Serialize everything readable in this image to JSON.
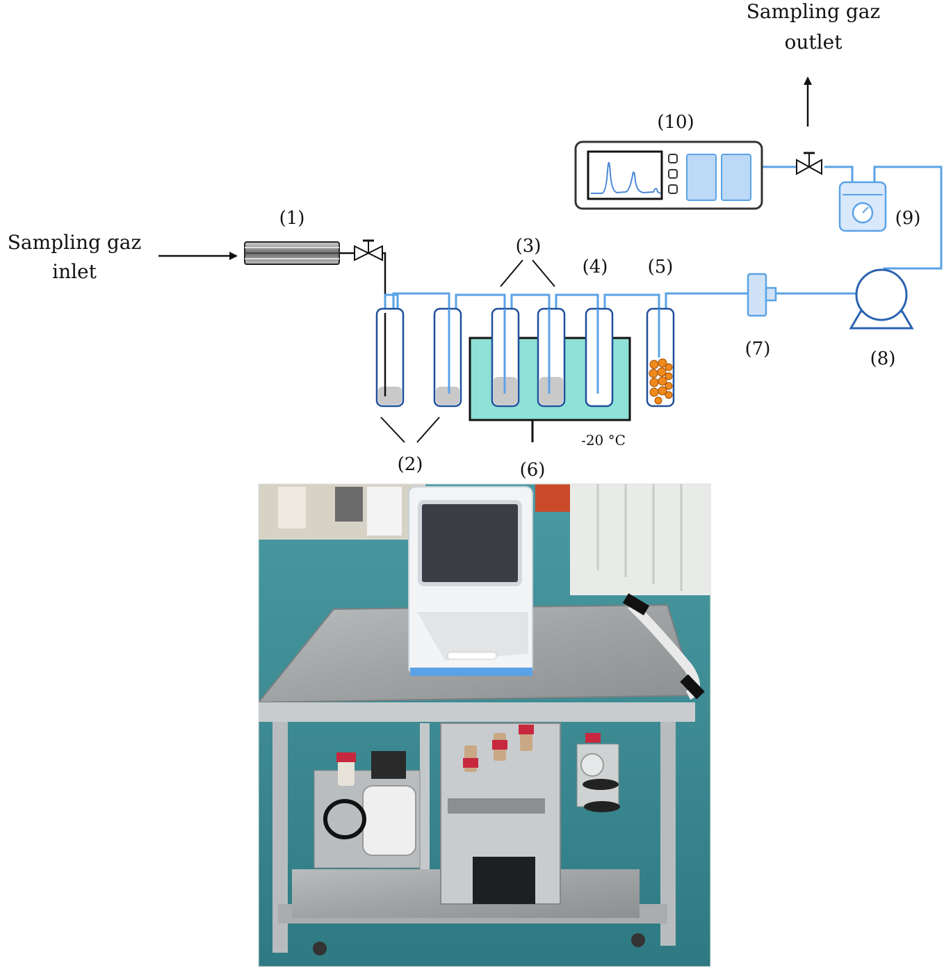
{
  "labels": {
    "inlet_line1": "Sampling gaz",
    "inlet_line2": "inlet",
    "outlet_line1": "Sampling gaz",
    "outlet_line2": "outlet",
    "temperature": "-20 °C"
  },
  "components": [
    {
      "id": "c1",
      "label": "(1)",
      "icon": "filter-tube"
    },
    {
      "id": "c2",
      "label": "(2)",
      "icon": "impinger-pair"
    },
    {
      "id": "c3",
      "label": "(3)",
      "icon": "impinger-pair-cooled"
    },
    {
      "id": "c4",
      "label": "(4)",
      "icon": "empty-impinger"
    },
    {
      "id": "c5",
      "label": "(5)",
      "icon": "adsorbent-tube"
    },
    {
      "id": "c6",
      "label": "(6)",
      "icon": "cooling-bath"
    },
    {
      "id": "c7",
      "label": "(7)",
      "icon": "inline-filter"
    },
    {
      "id": "c8",
      "label": "(8)",
      "icon": "vacuum-pump"
    },
    {
      "id": "c9",
      "label": "(9)",
      "icon": "flow-meter"
    },
    {
      "id": "c10",
      "label": "(10)",
      "icon": "analyzer"
    }
  ],
  "colors": {
    "pipe": "#5aa2e6",
    "bath": "#8fe0d6",
    "beads": "#f08a1c",
    "liquid": "#c9c9c9",
    "floor": "#3f8a92"
  },
  "photo": {
    "icon": "sampling-cart-photo"
  }
}
